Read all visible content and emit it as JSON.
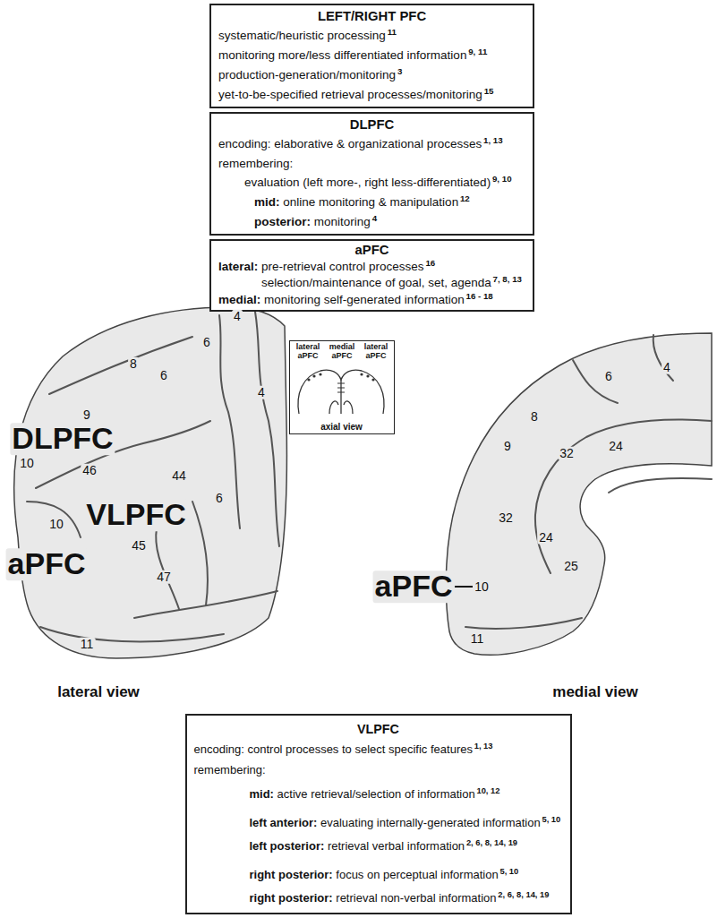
{
  "diagram": {
    "nodes": [
      {
        "text": [
          "LEFT/RIGHT PFC",
          "systematic/heuristic processing",
          "11",
          "monitoring more/less differentiated information",
          "9, 11",
          "production-generation/monitoring",
          "3",
          "yet-to-be-specified retrieval processes/monitoring",
          "15"
        ]
      },
      {
        "text": [
          "DLPFC",
          "encoding: elaborative & organizational processes",
          "1, 13",
          "remembering:",
          "evaluation (left more-, right less-differentiated)",
          "9, 10",
          "mid:",
          "online monitoring & manipulation",
          "12",
          "posterior:",
          "monitoring",
          "4"
        ]
      },
      {
        "text": [
          "aPFC",
          "lateral:",
          "pre-retrieval control processes",
          "16",
          "selection/maintenance of goal, set, agenda",
          "7, 8, 13",
          "medial:",
          "monitoring self-generated information",
          "16 - 18"
        ]
      },
      {
        "text": [
          "lateral aPFC",
          "medial aPFC",
          "lateral aPFC",
          "axial view"
        ]
      },
      {
        "text": [
          "VLPFC",
          "encoding: control processes to select specific features",
          "1, 13",
          "remembering:",
          "mid:",
          "active retrieval/selection of information",
          "10, 12",
          "left anterior:",
          "evaluating internally-generated information",
          "5, 10",
          "left posterior:",
          "retrieval verbal information",
          "2, 6, 8, 14, 19",
          "right posterior:",
          "focus on perceptual information",
          "5, 10",
          "right posterior:",
          "retrieval non-verbal information",
          "2, 6, 8, 14, 19"
        ]
      }
    ],
    "labels": [
      "4",
      "6",
      "8",
      "6",
      "4",
      "9",
      "DLPFC",
      "10",
      "46",
      "44",
      "6",
      "VLPFC",
      "10",
      "45",
      "aPFC",
      "47",
      "11",
      "lateral view",
      "6",
      "4",
      "8",
      "9",
      "32",
      "24",
      "32",
      "24",
      "25",
      "aPFC",
      "10",
      "11",
      "medial view"
    ]
  }
}
